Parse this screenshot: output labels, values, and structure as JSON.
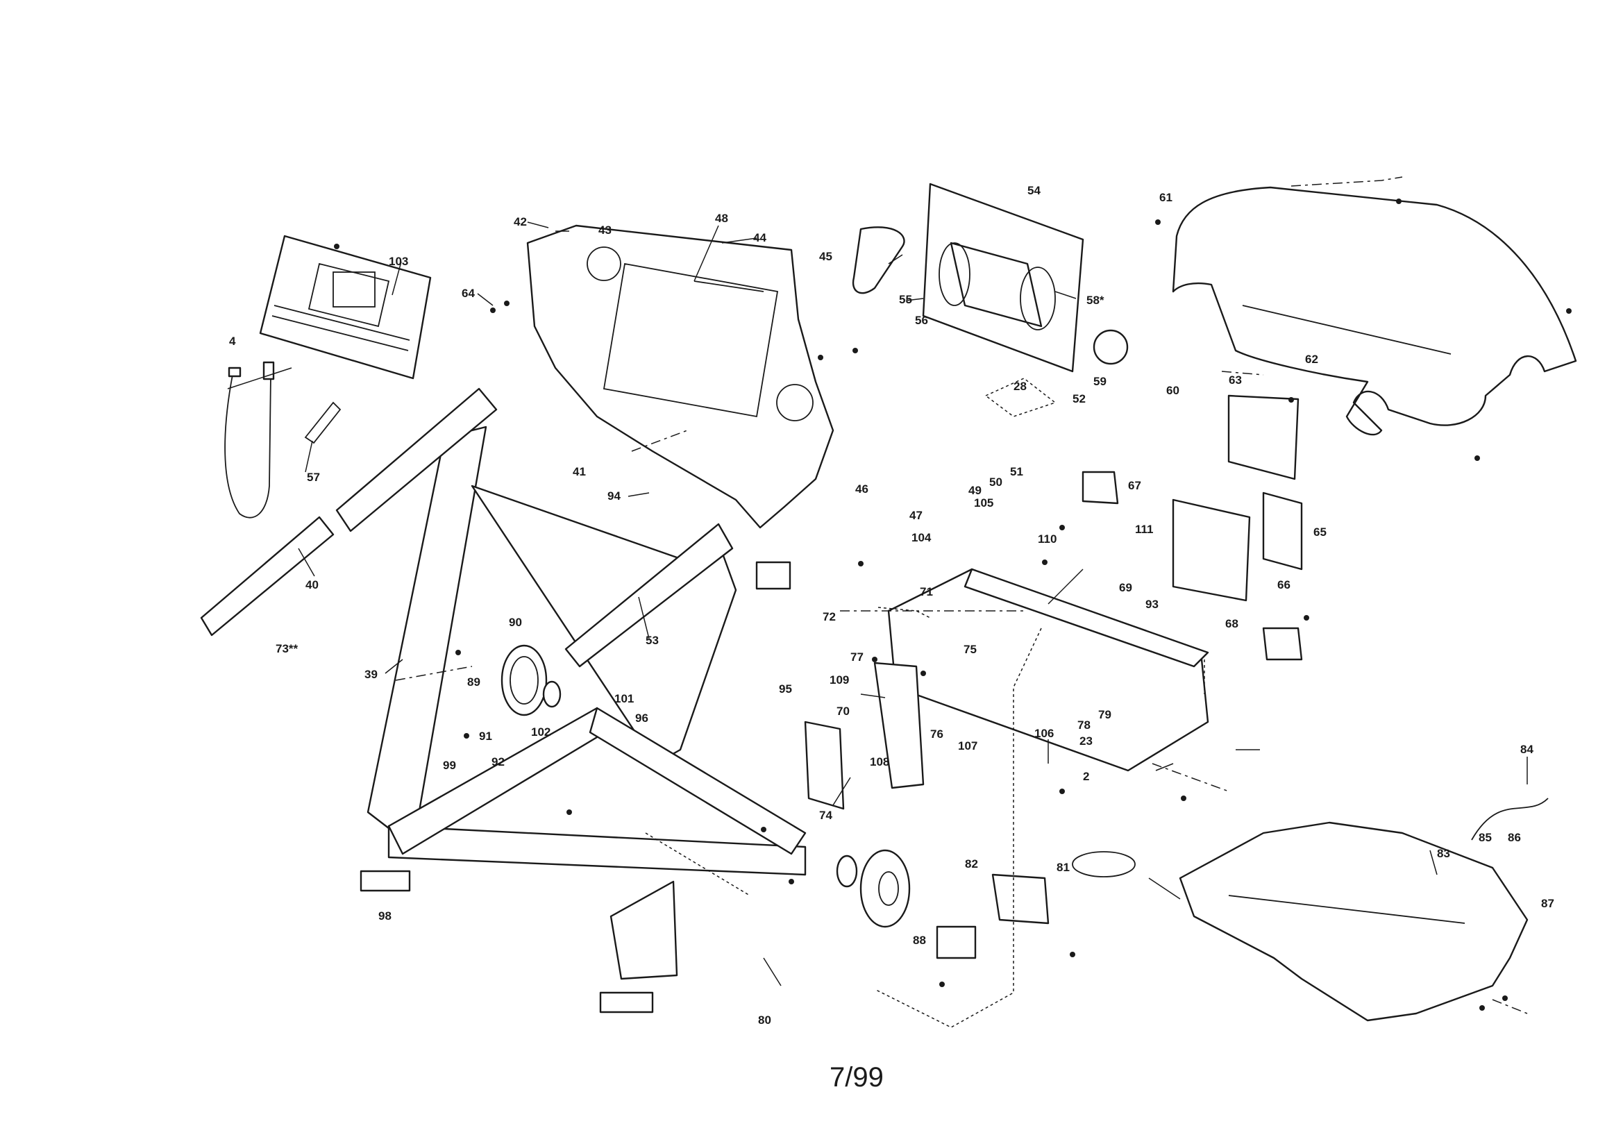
{
  "footer_text": "7/99",
  "labels": [
    "103",
    "4",
    "57",
    "42",
    "43",
    "48",
    "44",
    "64",
    "41",
    "94",
    "46",
    "40",
    "73**",
    "39",
    "90",
    "89",
    "53",
    "102",
    "101",
    "96",
    "91",
    "92",
    "99",
    "98",
    "45",
    "54",
    "55",
    "56",
    "58*",
    "59",
    "28",
    "52",
    "50",
    "51",
    "49",
    "47",
    "104",
    "105",
    "60",
    "61",
    "62",
    "63",
    "67",
    "65",
    "66",
    "68",
    "93",
    "69",
    "110",
    "111",
    "71",
    "72",
    "75",
    "77",
    "109",
    "70",
    "108",
    "76",
    "107",
    "74",
    "95",
    "80",
    "78",
    "79",
    "106",
    "23",
    "2",
    "82",
    "81",
    "88",
    "83",
    "84",
    "85",
    "86",
    "87"
  ]
}
